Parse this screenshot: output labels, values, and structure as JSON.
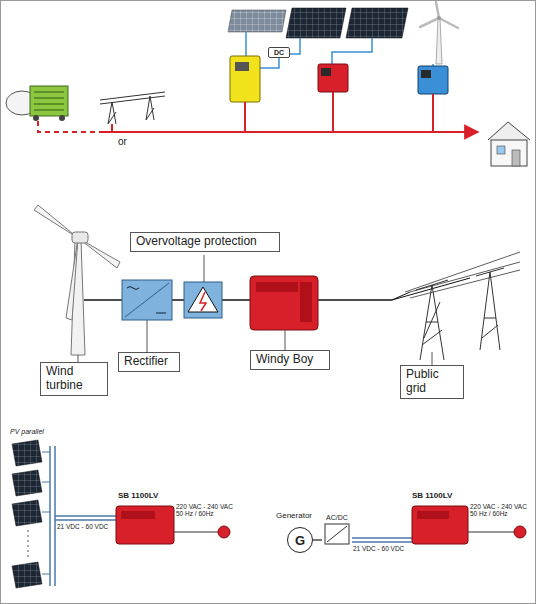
{
  "diagram": {
    "nodes": [
      {
        "text": [
          "DC"
        ]
      },
      {
        "text": [
          "Overvoltage protection"
        ]
      },
      {
        "text": [
          "Wind turbine"
        ]
      },
      {
        "text": [
          "Rectifier"
        ]
      },
      {
        "text": [
          "Windy Boy"
        ]
      },
      {
        "text": [
          "Public grid"
        ]
      },
      {
        "text": [
          "G"
        ]
      },
      {
        "text": [
          "AC/DC"
        ]
      }
    ],
    "edges": [
      {
        "from": 6,
        "to": 7,
        "arrow": "none"
      }
    ],
    "labels": [
      "or",
      "PV parallel",
      "21 VDC - 60 VDC",
      "SB 1100LV",
      "220 VAC - 240 VAC 50 Hz / 60Hz",
      "Generator",
      "21 VDC - 60 VDC",
      "SB 1100LV",
      "220 VAC - 240 VAC 50 Hz / 60Hz"
    ]
  }
}
